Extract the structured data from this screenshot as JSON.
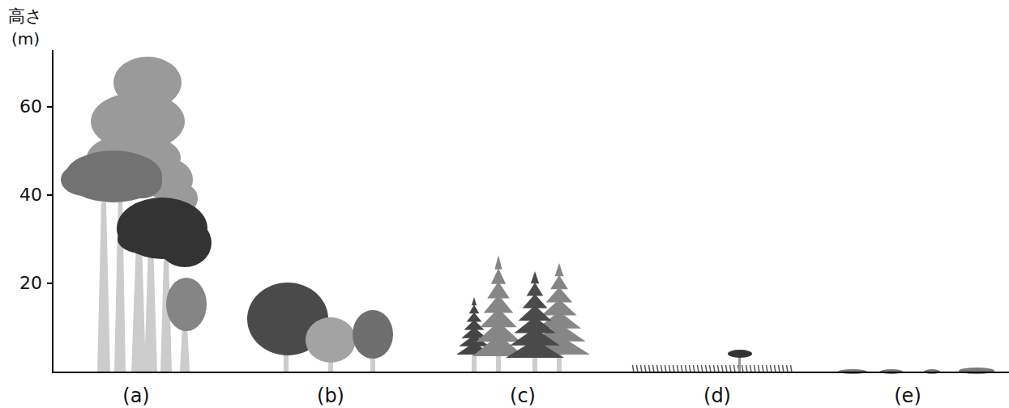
{
  "diagram": {
    "labels": [
      "高さ",
      "(m)",
      "60",
      "40",
      "20",
      "(a)",
      "(b)",
      "(c)",
      "(d)",
      "(e)"
    ]
  }
}
